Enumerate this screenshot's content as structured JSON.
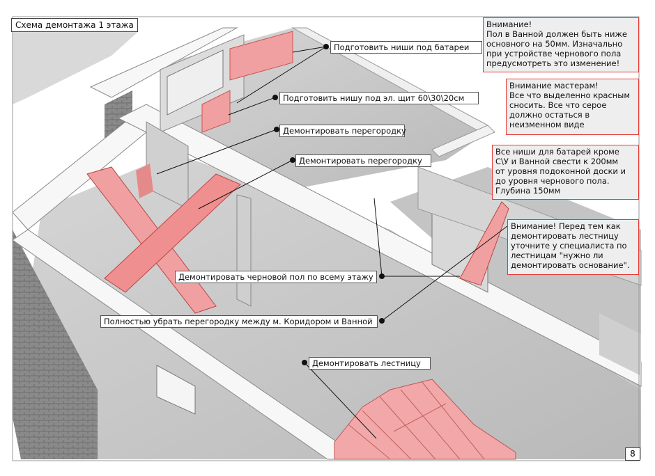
{
  "title": "Схема демонтажа 1 этажа",
  "page_number": "8",
  "labels": [
    "Подготовить ниши под батареи",
    "Подготовить нишу под эл. щит 60\\30\\20см",
    "Демонтировать перегородку",
    "Демонтировать перегородку",
    "Демонтировать черновой пол по всему этажу",
    "Полностью убрать перегородку между м. Коридором и Ванной",
    "Демонтировать лестницу"
  ],
  "notes": [
    "Внимание!\nПол в Ванной должен быть ниже\nосновного на 50мм. Изначально\nпри устройстве чернового пола\nпредусмотреть  это изменение!",
    "Внимание мастерам!\nВсе что выделенно красным\nсносить. Все что серое\nдолжно остаться в\nнеизменном виде",
    "Все ниши для батарей кроме\nС\\У и Ванной свести к 200мм\nот уровня подоконной доски и\nдо уровня чернового пола.\nГлубина 150мм",
    "Внимание! Перед тем как\nдемонтировать лестницу\nуточните у специалиста по\nлестницам \"нужно ли\nдемонтировать основание\"."
  ],
  "colors": {
    "demolish": "#f0a0a0",
    "wall_top": "#f5f5f5",
    "floor": "#c8c8c8",
    "note_border": "#e53935"
  }
}
